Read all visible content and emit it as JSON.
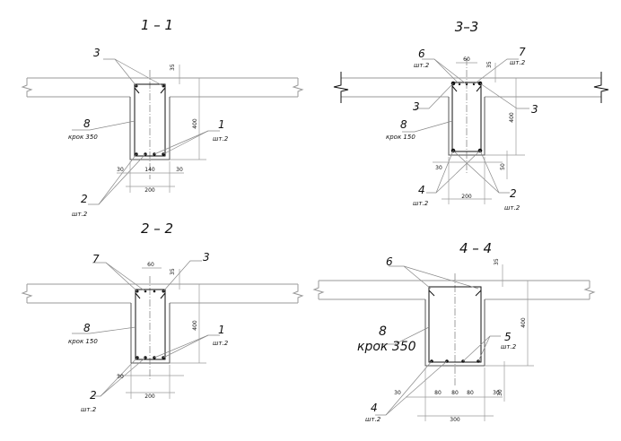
{
  "sections": {
    "s11": {
      "title": "1 – 1",
      "callouts": {
        "c3": "3",
        "c8": "8",
        "c8_sub": "крок 350",
        "c1": "1",
        "c1_sub": "шт.2",
        "c2": "2",
        "c2_sub": "шт.2"
      },
      "dims": {
        "top_offset": "35",
        "height": "400",
        "left_cover": "30",
        "middle": "140",
        "right_cover": "30",
        "width": "200"
      }
    },
    "s22": {
      "title": "2 – 2",
      "callouts": {
        "c7": "7",
        "c3": "3",
        "c8": "8",
        "c8_sub": "крок 150",
        "c1": "1",
        "c1_sub": "шт.2",
        "c2": "2",
        "c2_sub": "шт.2"
      },
      "dims": {
        "top_gap": "60",
        "top_offset": "35",
        "height": "400",
        "left_cover": "30",
        "width": "200"
      }
    },
    "s33": {
      "title": "3–3",
      "callouts": {
        "c6": "6",
        "c6_sub": "шт.2",
        "c7": "7",
        "c7_sub": "шт.2",
        "c3a": "3",
        "c3b": "3",
        "c8": "8",
        "c8_sub": "крок 150",
        "c4": "4",
        "c4_sub": "шт.2",
        "c2": "2",
        "c2_sub": "шт.2"
      },
      "dims": {
        "top_gap": "60",
        "top_offset": "35",
        "height": "400",
        "left_cover": "30",
        "bottom_offset": "50",
        "width": "200"
      }
    },
    "s44": {
      "title": "4 – 4",
      "callouts": {
        "c6": "6",
        "c8": "8",
        "c8_sub": "крок 350",
        "c5": "5",
        "c5_sub": "шт.2",
        "c4": "4",
        "c4_sub": "шт.2"
      },
      "dims": {
        "top_offset": "35",
        "height": "400",
        "s1": "30",
        "s2": "80",
        "s3": "80",
        "s4": "80",
        "s5": "30",
        "width": "300",
        "bottom_offset": "30"
      }
    }
  }
}
